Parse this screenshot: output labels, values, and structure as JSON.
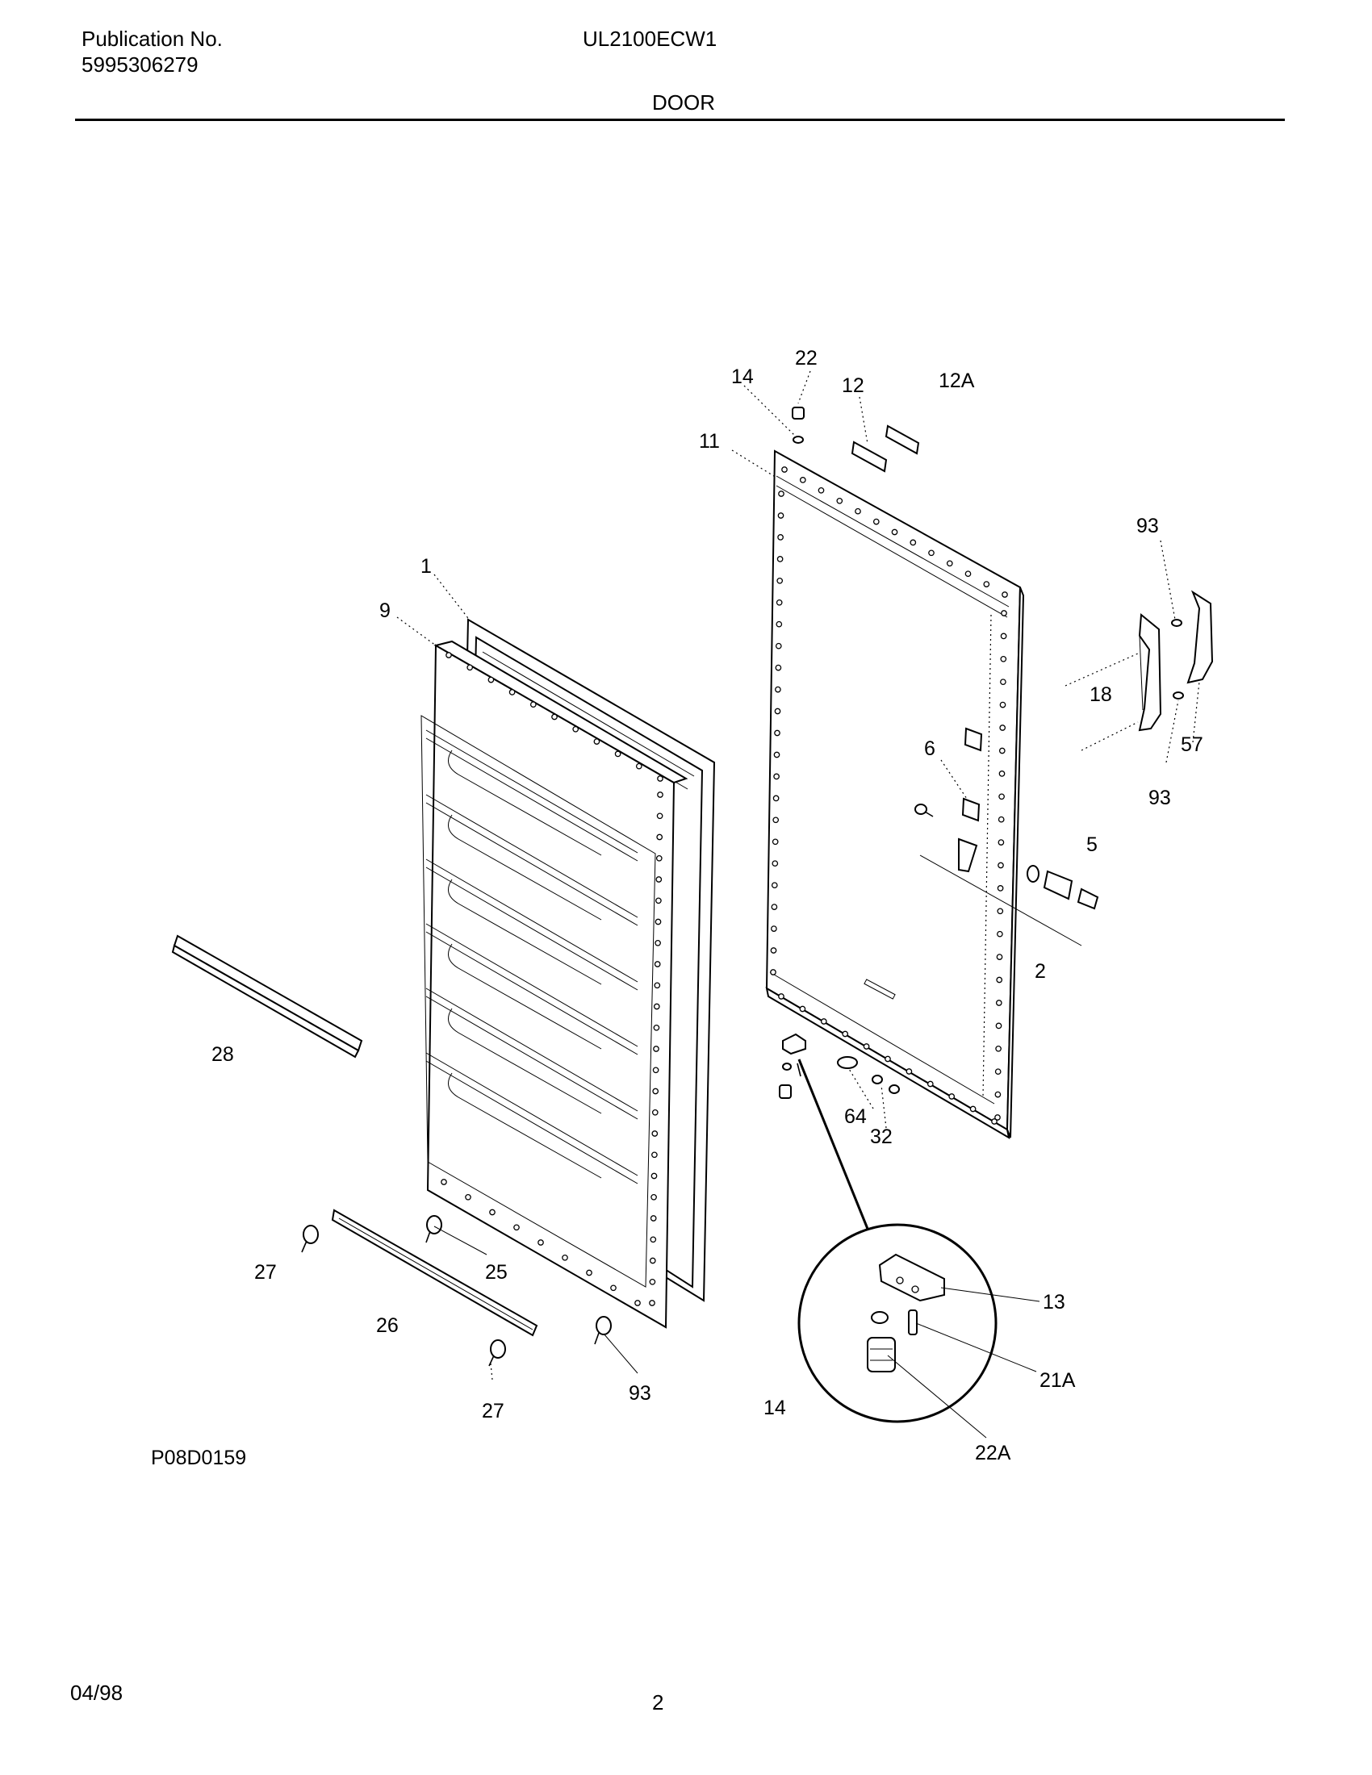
{
  "header": {
    "publication_label": "Publication No.",
    "publication_number": "5995306279",
    "model": "UL2100ECW1",
    "section_title": "DOOR"
  },
  "diagram": {
    "drawing_id": "P08D0159",
    "callouts": {
      "c1": "1",
      "c2": "2",
      "c5": "5",
      "c6": "6",
      "c9": "9",
      "c11": "11",
      "c12": "12",
      "c12A": "12A",
      "c13": "13",
      "c14_top": "14",
      "c14_bottom": "14",
      "c18": "18",
      "c21A": "21A",
      "c22": "22",
      "c22A": "22A",
      "c25": "25",
      "c26": "26",
      "c27_left": "27",
      "c27_bottom": "27",
      "c28": "28",
      "c32": "32",
      "c57": "57",
      "c64": "64",
      "c93_top": "93",
      "c93_mid": "93",
      "c93_bottom": "93"
    }
  },
  "footer": {
    "date": "04/98",
    "page_number": "2"
  }
}
